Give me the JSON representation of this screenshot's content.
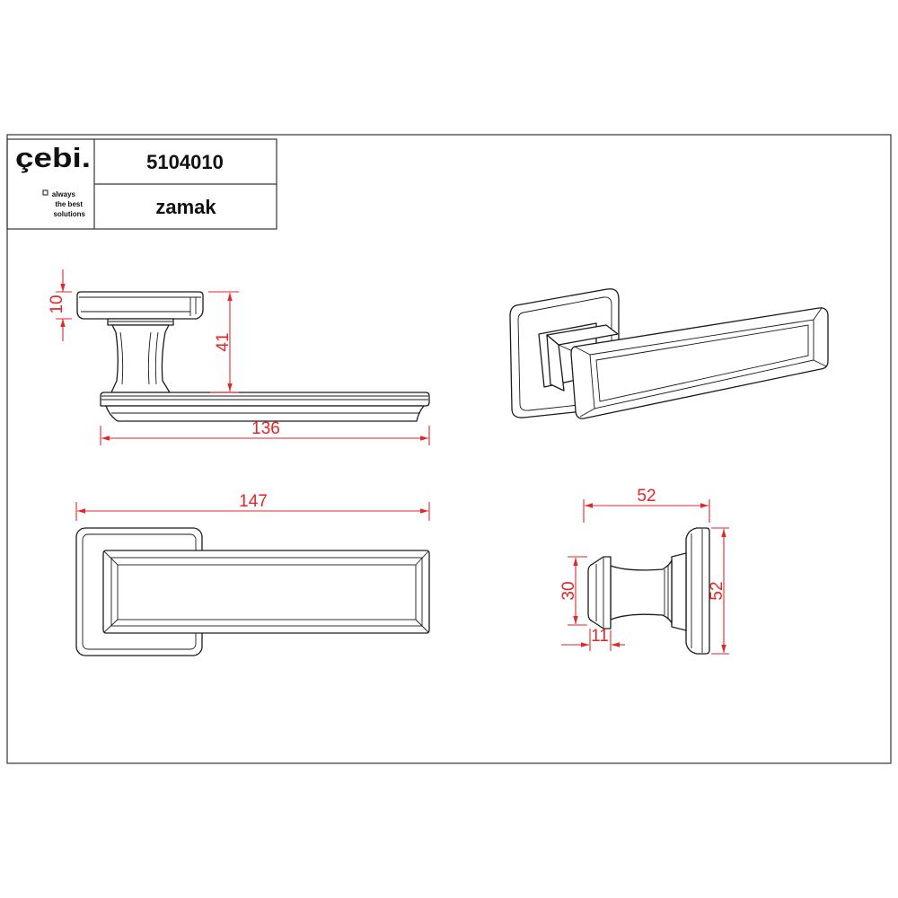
{
  "title_block": {
    "logo": "çebi.",
    "tagline": [
      "always",
      "the best",
      "solutions"
    ],
    "code": "5104010",
    "material": "zamak"
  },
  "dimensions": {
    "plate_thickness": "10",
    "lever_height": "41",
    "lever_length": "136",
    "overall_length": "147",
    "projection_depth": "52",
    "rose_size": "52",
    "lever_end_height": "30",
    "lever_end_width": "11"
  },
  "colors": {
    "outline": "#1a1a1a",
    "dimension": "#e2262b",
    "background": "#ffffff"
  }
}
